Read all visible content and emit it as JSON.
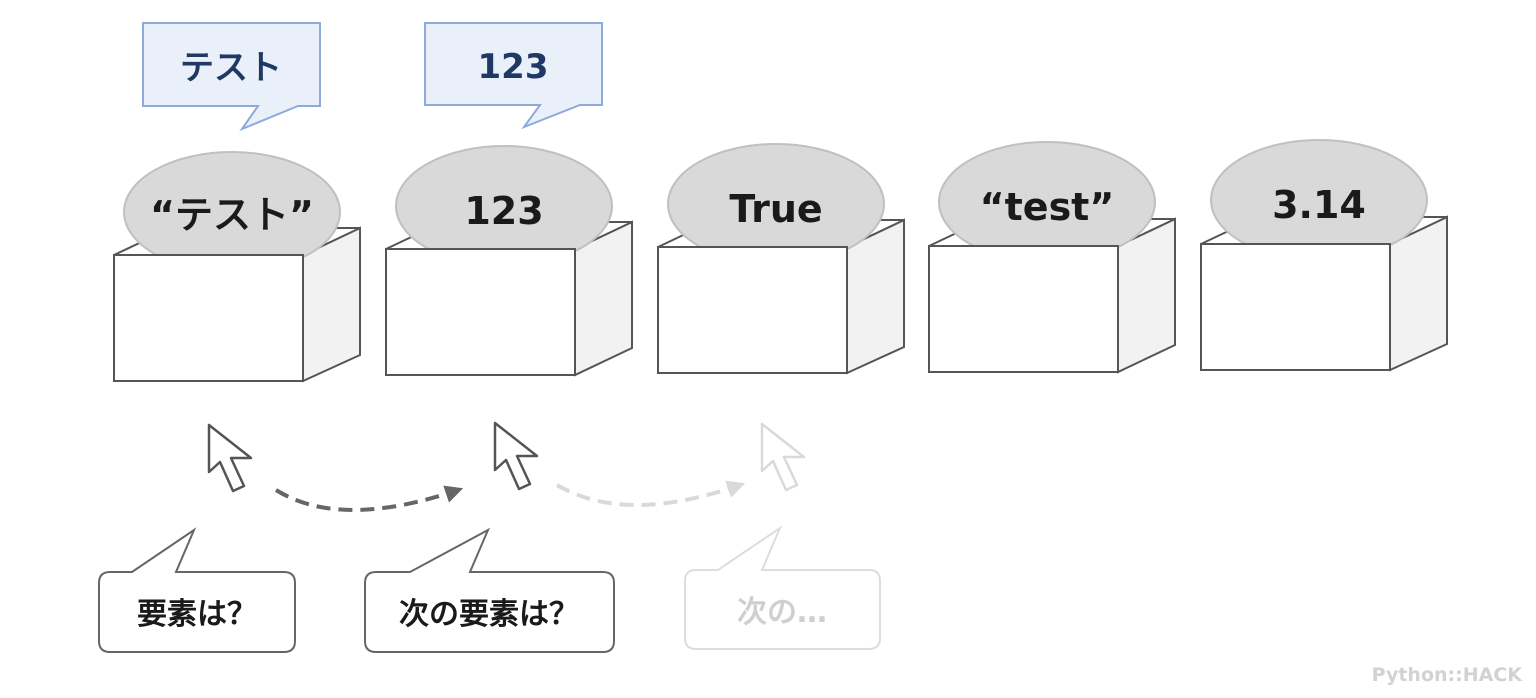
{
  "elements": [
    {
      "label": "“テスト”"
    },
    {
      "label": "123"
    },
    {
      "label": "True"
    },
    {
      "label": "“test”"
    },
    {
      "label": "3.14"
    }
  ],
  "output_callouts": [
    {
      "text": "テスト"
    },
    {
      "text": "123"
    }
  ],
  "question_callouts": [
    {
      "text": "要素は？"
    },
    {
      "text": "次の要素は？"
    },
    {
      "text": "次の…"
    }
  ],
  "watermark": "Python::HACK",
  "colors": {
    "box_stroke": "#555555",
    "box_side": "#f2f2f2",
    "ball_fill": "#d9d9d9",
    "ball_stroke": "#c0c0c0",
    "output_fill": "#eaf0f9",
    "output_stroke": "#8eaadb",
    "output_text": "#1f3864",
    "text_dark": "#1a1a1a",
    "faded": "#d0d0d0"
  },
  "icons": [
    "cursor-arrow-icon",
    "dashed-curve-arrow-icon"
  ]
}
